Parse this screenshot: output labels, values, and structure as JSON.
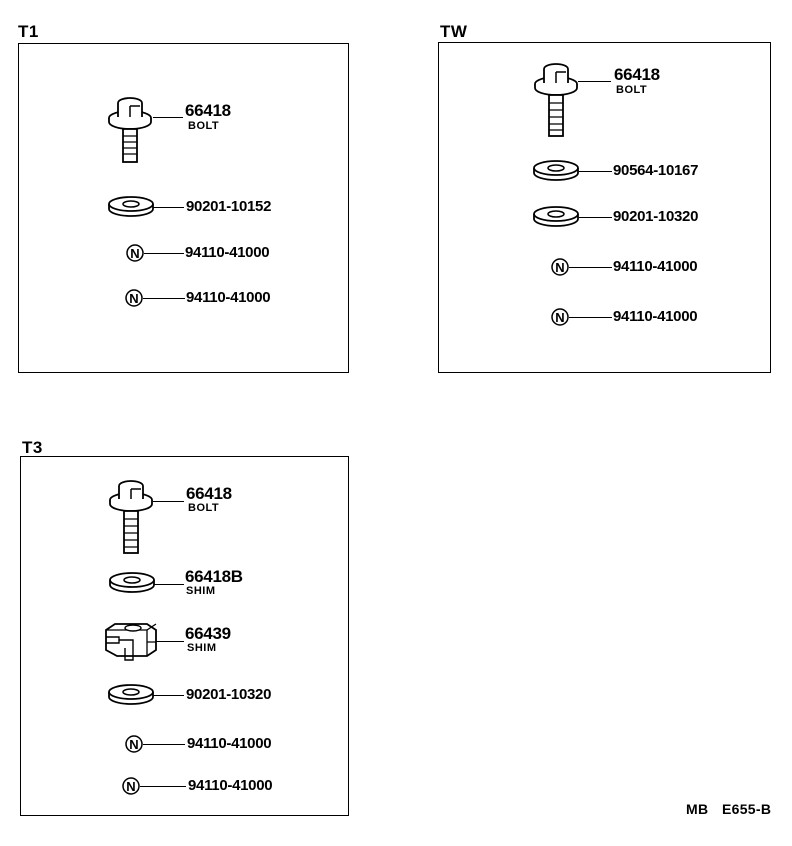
{
  "panels": {
    "t1": {
      "title": "T1",
      "parts": [
        {
          "number": "66418",
          "name": "BOLT",
          "icon": "bolt-icon"
        },
        {
          "number": "90201-10152",
          "icon": "washer-icon"
        },
        {
          "number": "94110-41000",
          "icon": "nut-n-icon"
        },
        {
          "number": "94110-41000",
          "icon": "nut-n-icon"
        }
      ]
    },
    "tw": {
      "title": "TW",
      "parts": [
        {
          "number": "66418",
          "name": "BOLT",
          "icon": "bolt-icon"
        },
        {
          "number": "90564-10167",
          "icon": "washer-icon"
        },
        {
          "number": "90201-10320",
          "icon": "washer-icon"
        },
        {
          "number": "94110-41000",
          "icon": "nut-n-icon"
        },
        {
          "number": "94110-41000",
          "icon": "nut-n-icon"
        }
      ]
    },
    "t3": {
      "title": "T3",
      "parts": [
        {
          "number": "66418",
          "name": "BOLT",
          "icon": "bolt-icon"
        },
        {
          "number": "66418B",
          "name": "SHIM",
          "icon": "washer-icon"
        },
        {
          "number": "66439",
          "name": "SHIM",
          "icon": "clip-shim-icon"
        },
        {
          "number": "90201-10320",
          "icon": "washer-icon"
        },
        {
          "number": "94110-41000",
          "icon": "nut-n-icon"
        },
        {
          "number": "94110-41000",
          "icon": "nut-n-icon"
        }
      ]
    }
  },
  "footer": {
    "left": "MB",
    "right": "E655-B"
  },
  "symbols": {
    "nut_letter": "N"
  }
}
